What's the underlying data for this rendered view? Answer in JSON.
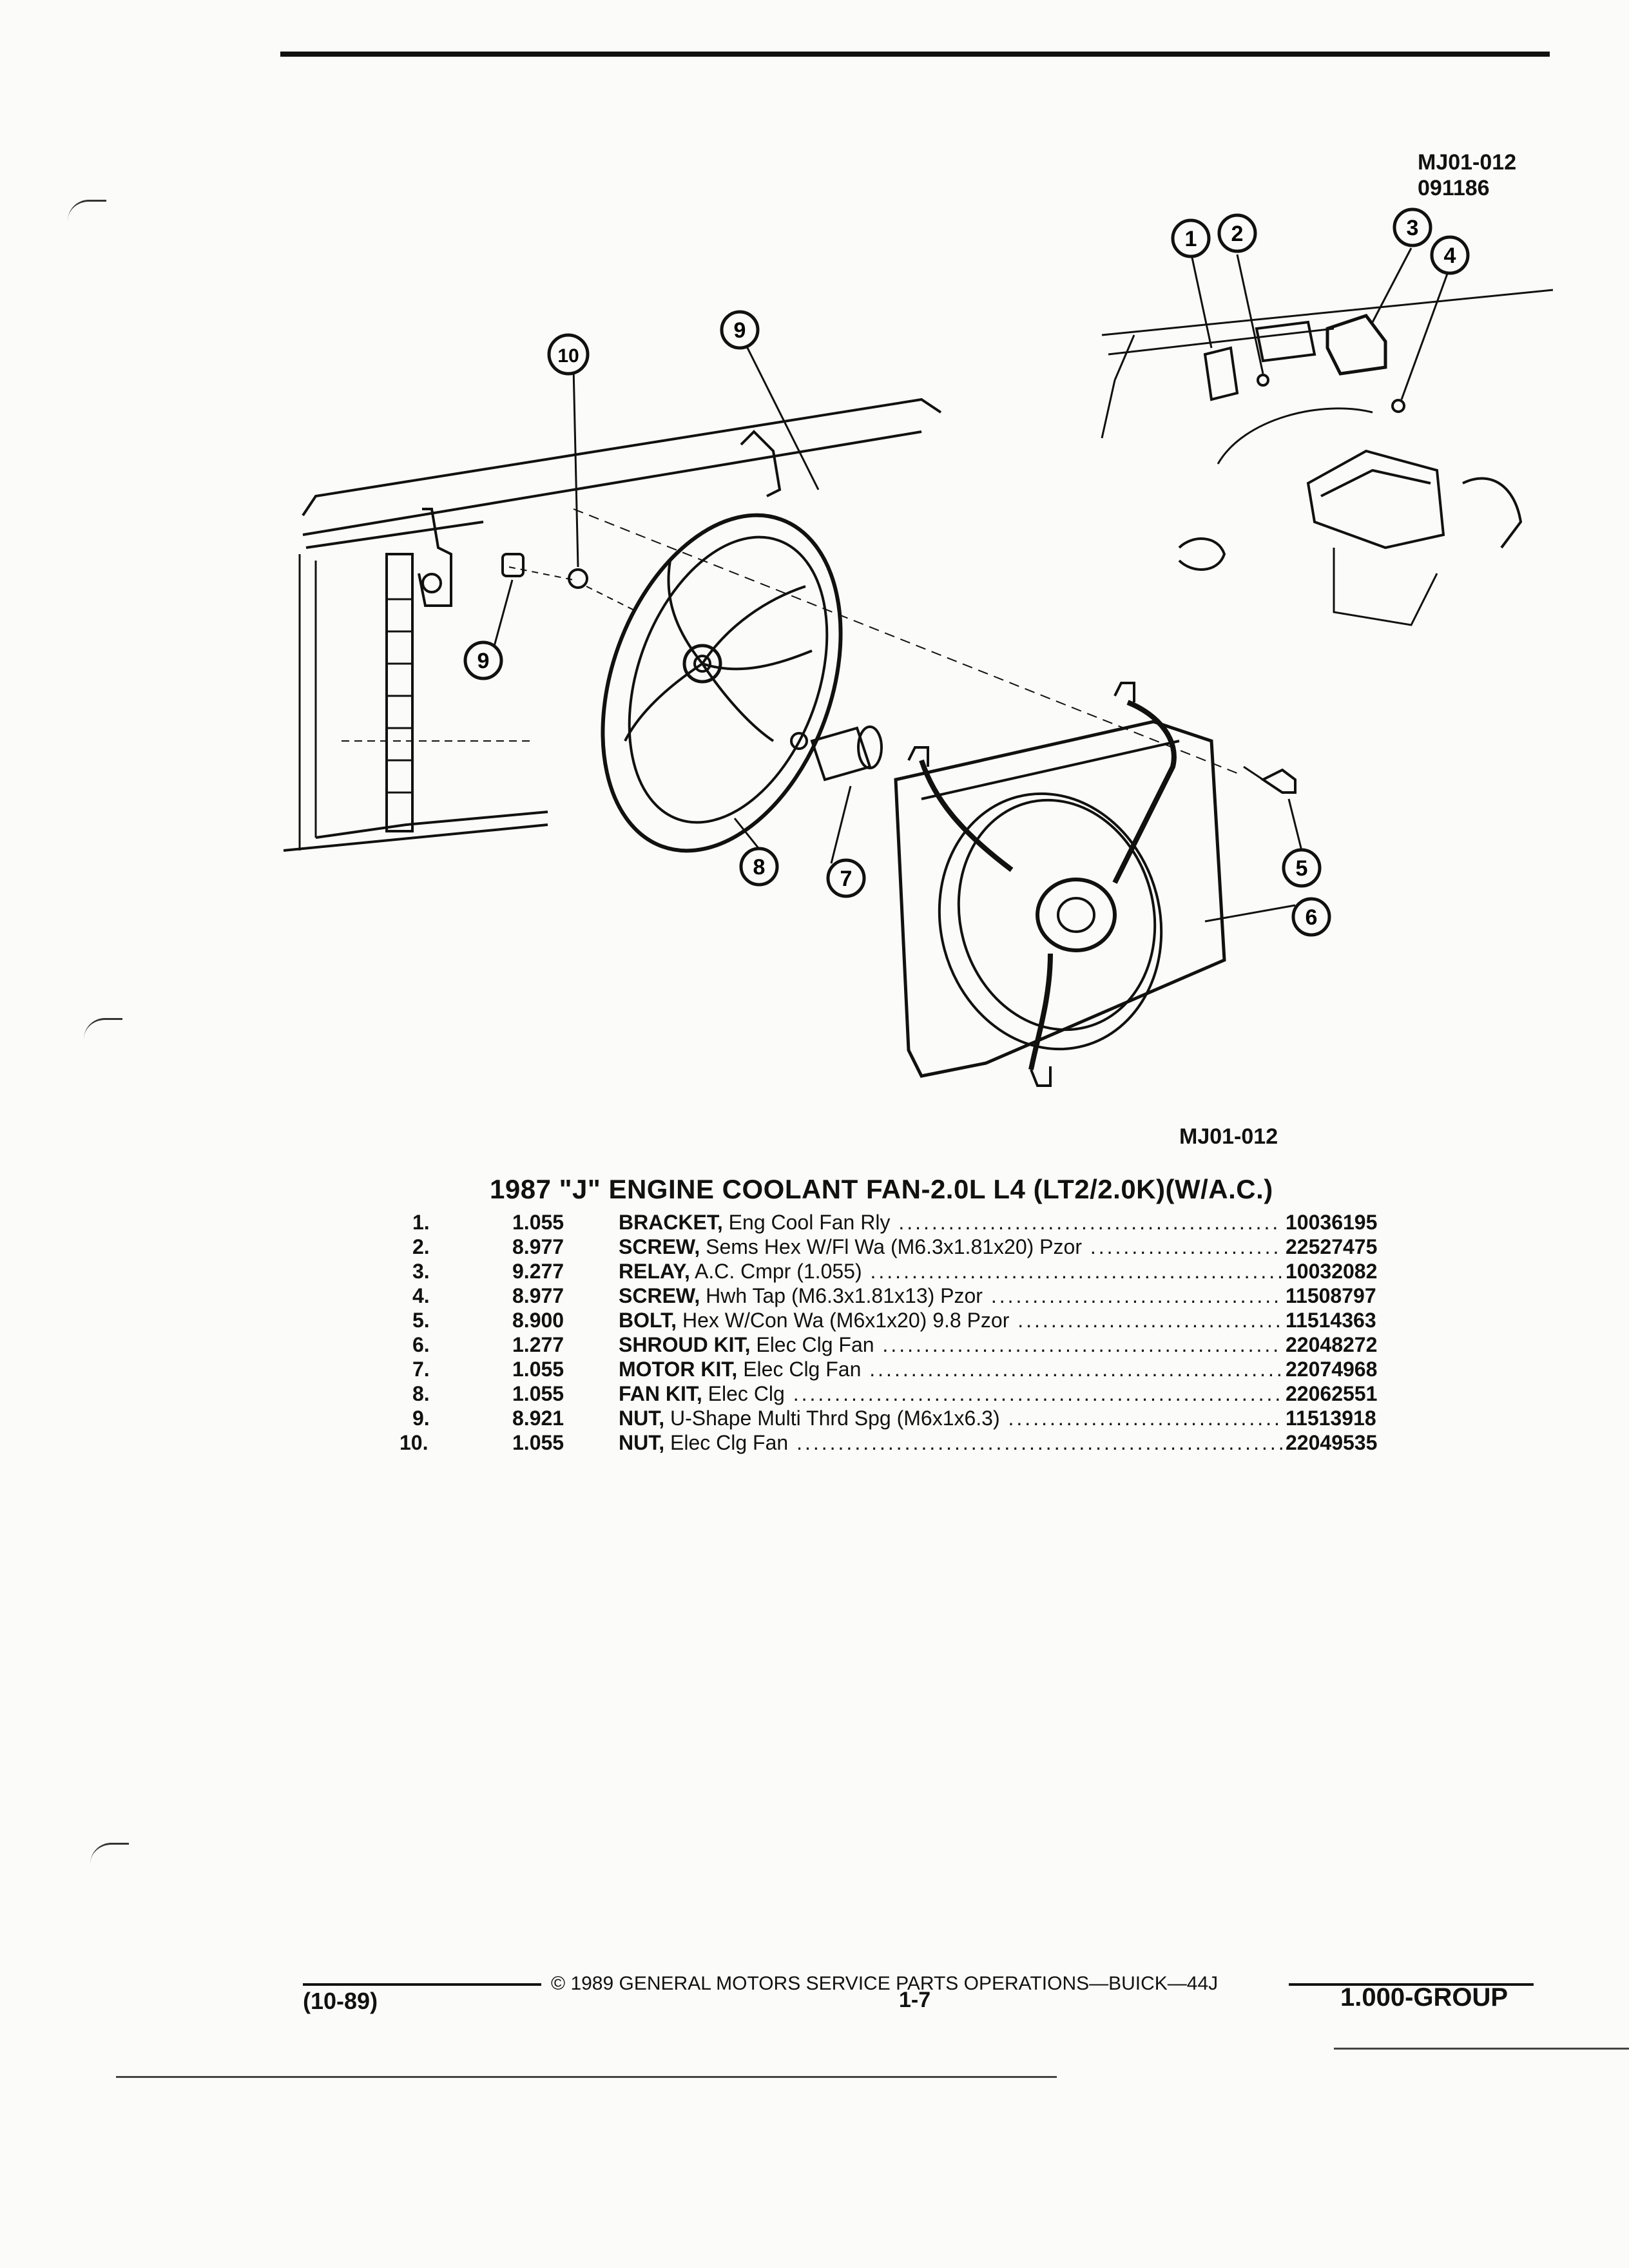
{
  "figure": {
    "code": "MJ01-012",
    "date_code": "091186",
    "caption": "MJ01-012"
  },
  "callouts": [
    "1",
    "2",
    "3",
    "4",
    "5",
    "6",
    "7",
    "8",
    "9",
    "9",
    "10"
  ],
  "title": "1987 \"J\" ENGINE COOLANT FAN-2.0L L4 (LT2/2.0K)(W/A.C.)",
  "parts": [
    {
      "num": "1.",
      "code": "1.055",
      "name": "BRACKET,",
      "desc": " Eng Cool Fan Rly",
      "pn": "10036195"
    },
    {
      "num": "2.",
      "code": "8.977",
      "name": "SCREW,",
      "desc": " Sems Hex W/Fl Wa (M6.3x1.81x20) Pzor",
      "pn": "22527475"
    },
    {
      "num": "3.",
      "code": "9.277",
      "name": "RELAY,",
      "desc": " A.C. Cmpr (1.055)",
      "pn": "10032082"
    },
    {
      "num": "4.",
      "code": "8.977",
      "name": "SCREW,",
      "desc": " Hwh Tap (M6.3x1.81x13) Pzor",
      "pn": "11508797"
    },
    {
      "num": "5.",
      "code": "8.900",
      "name": "BOLT,",
      "desc": " Hex W/Con Wa (M6x1x20) 9.8 Pzor",
      "pn": "11514363"
    },
    {
      "num": "6.",
      "code": "1.277",
      "name": "SHROUD KIT,",
      "desc": " Elec Clg Fan",
      "pn": "22048272"
    },
    {
      "num": "7.",
      "code": "1.055",
      "name": "MOTOR KIT,",
      "desc": " Elec Clg Fan",
      "pn": "22074968"
    },
    {
      "num": "8.",
      "code": "1.055",
      "name": "FAN KIT,",
      "desc": " Elec Clg",
      "pn": "22062551"
    },
    {
      "num": "9.",
      "code": "8.921",
      "name": "NUT,",
      "desc": " U-Shape Multi Thrd Spg (M6x1x6.3)",
      "pn": "11513918"
    },
    {
      "num": "10.",
      "code": "1.055",
      "name": "NUT,",
      "desc": " Elec Clg Fan",
      "pn": "22049535"
    }
  ],
  "footer": {
    "copyright": "© 1989 GENERAL MOTORS SERVICE PARTS OPERATIONS—BUICK—44J",
    "date": "(10-89)",
    "page": "1-7",
    "group": "1.000-GROUP"
  }
}
